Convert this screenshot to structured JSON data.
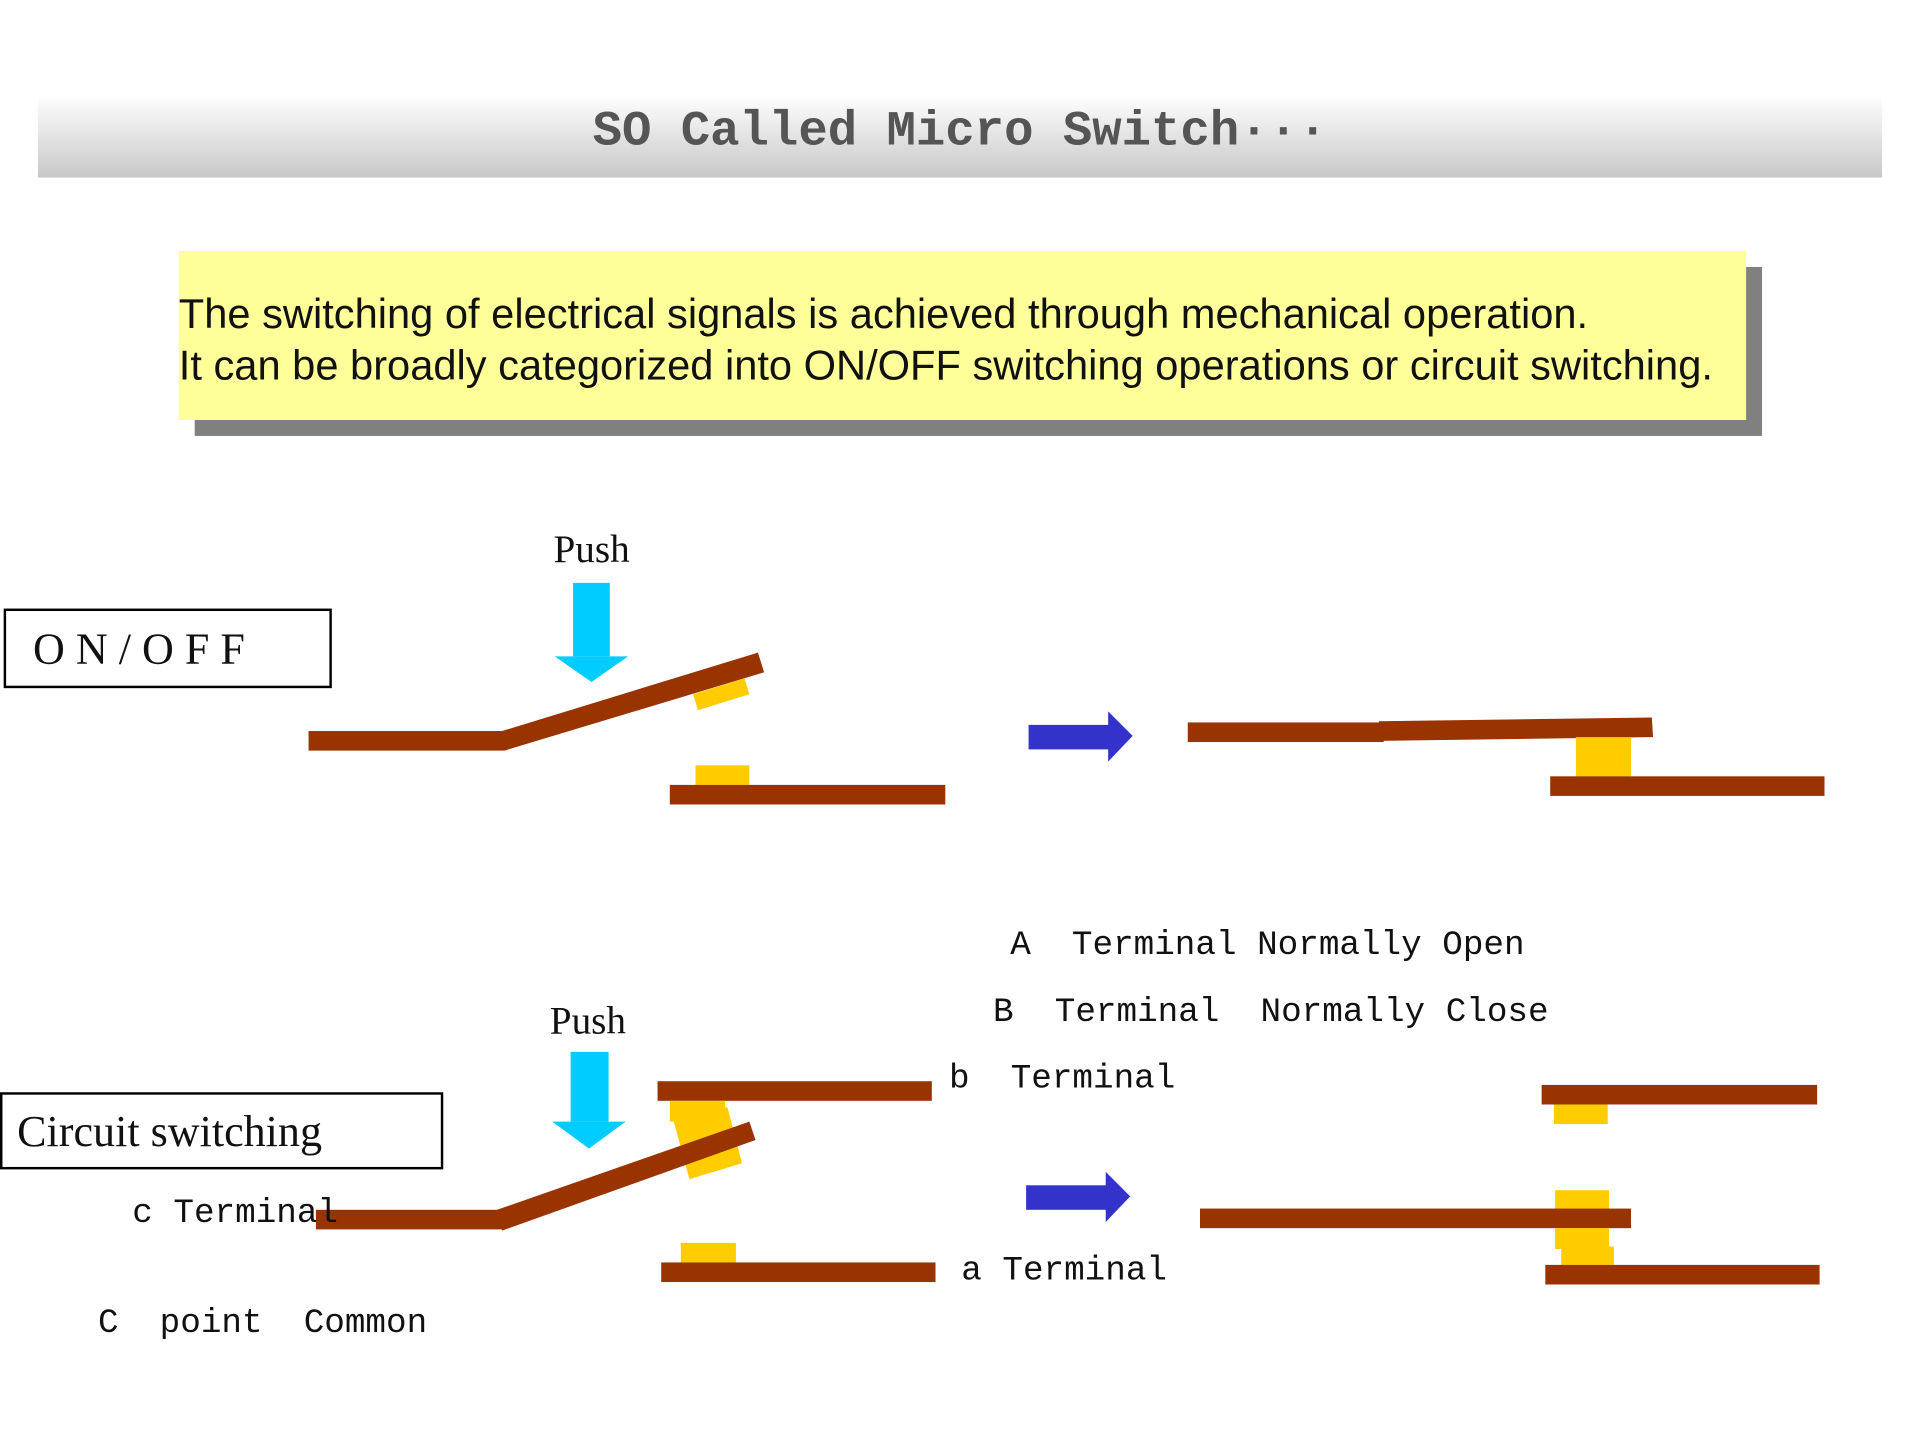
{
  "title": "SO Called Micro Switch···",
  "description": {
    "line1": "The switching of electrical signals is achieved through mechanical operation.",
    "line2": "It can be broadly categorized into ON/OFF switching operations or circuit switching."
  },
  "on_off": {
    "label": "O N / O F F",
    "push": "Push"
  },
  "legend": {
    "a": "A  Terminal Normally Open",
    "b": "B  Terminal  Normally Close"
  },
  "circuit": {
    "label": "Circuit switching",
    "push": "Push",
    "b_terminal": "b  Terminal",
    "a_terminal": "a Terminal",
    "c_terminal": "c Terminal",
    "common": "C  point  Common"
  },
  "colors": {
    "contact_bar": "#993300",
    "contact_point": "#ffcc00",
    "push_arrow": "#00ccff",
    "transition_arrow": "#3333cc",
    "note_bg": "#ffff99"
  }
}
